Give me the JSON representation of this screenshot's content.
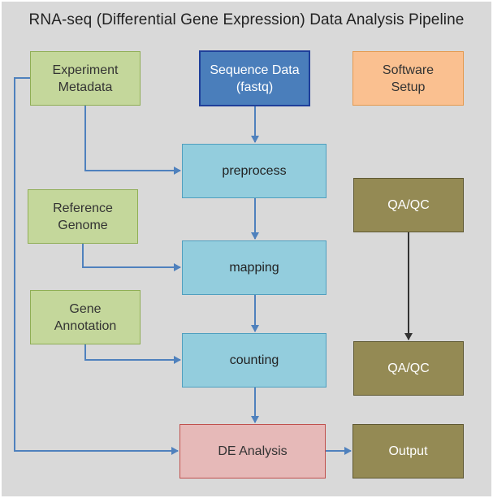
{
  "title": "RNA-seq (Differential Gene Expression) Data Analysis Pipeline",
  "colors": {
    "background": "#d9d9d9",
    "input_box": "#c4d79b",
    "sequence_box": "#4a7ebb",
    "software_box": "#fac090",
    "process_box": "#93cddd",
    "qc_box": "#948a54",
    "analysis_box": "#e6b9b8",
    "arrow_blue": "#4f81bd",
    "arrow_dark": "#333333"
  },
  "nodes": {
    "experiment_metadata": "Experiment\nMetadata",
    "sequence_data": "Sequence Data\n(fastq)",
    "software_setup": "Software\nSetup",
    "preprocess": "preprocess",
    "reference_genome": "Reference\nGenome",
    "mapping": "mapping",
    "gene_annotation": "Gene\nAnnotation",
    "counting": "counting",
    "qaqc_top": "QA/QC",
    "qaqc_bottom": "QA/QC",
    "de_analysis": "DE Analysis",
    "output": "Output"
  }
}
